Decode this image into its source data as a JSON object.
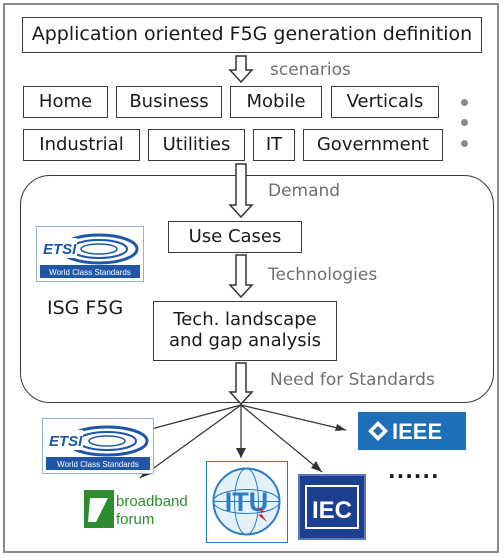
{
  "header_box": "Application oriented F5G generation definition",
  "labels": {
    "scenarios": "scenarios",
    "demand": "Demand",
    "technologies": "Technologies",
    "need_for_standards": "Need for Standards",
    "isg": "ISG F5G"
  },
  "scenario_row1": [
    "Home",
    "Business",
    "Mobile",
    "Verticals"
  ],
  "scenario_row2": [
    "Industrial",
    "Utilities",
    "IT",
    "Government"
  ],
  "process": {
    "use_cases": "Use Cases",
    "gap_line1": "Tech. landscape",
    "gap_line2": "and gap analysis"
  },
  "logos": {
    "etsi": "ETSI",
    "etsi_tag": "World Class Standards",
    "ieee": "IEEE",
    "broadband_1": "broadband",
    "broadband_2": "forum",
    "itu": "ITU",
    "iec": "IEC"
  },
  "ellipsis": "......",
  "colors": {
    "etsi_blue": "#1f56a8",
    "ieee_blue": "#1d6fb8",
    "iec_blue": "#1d3f8f",
    "itu_blue": "#2a7cc7",
    "bbf_green": "#2e8b2e",
    "label_grey": "#6f6f6f"
  }
}
